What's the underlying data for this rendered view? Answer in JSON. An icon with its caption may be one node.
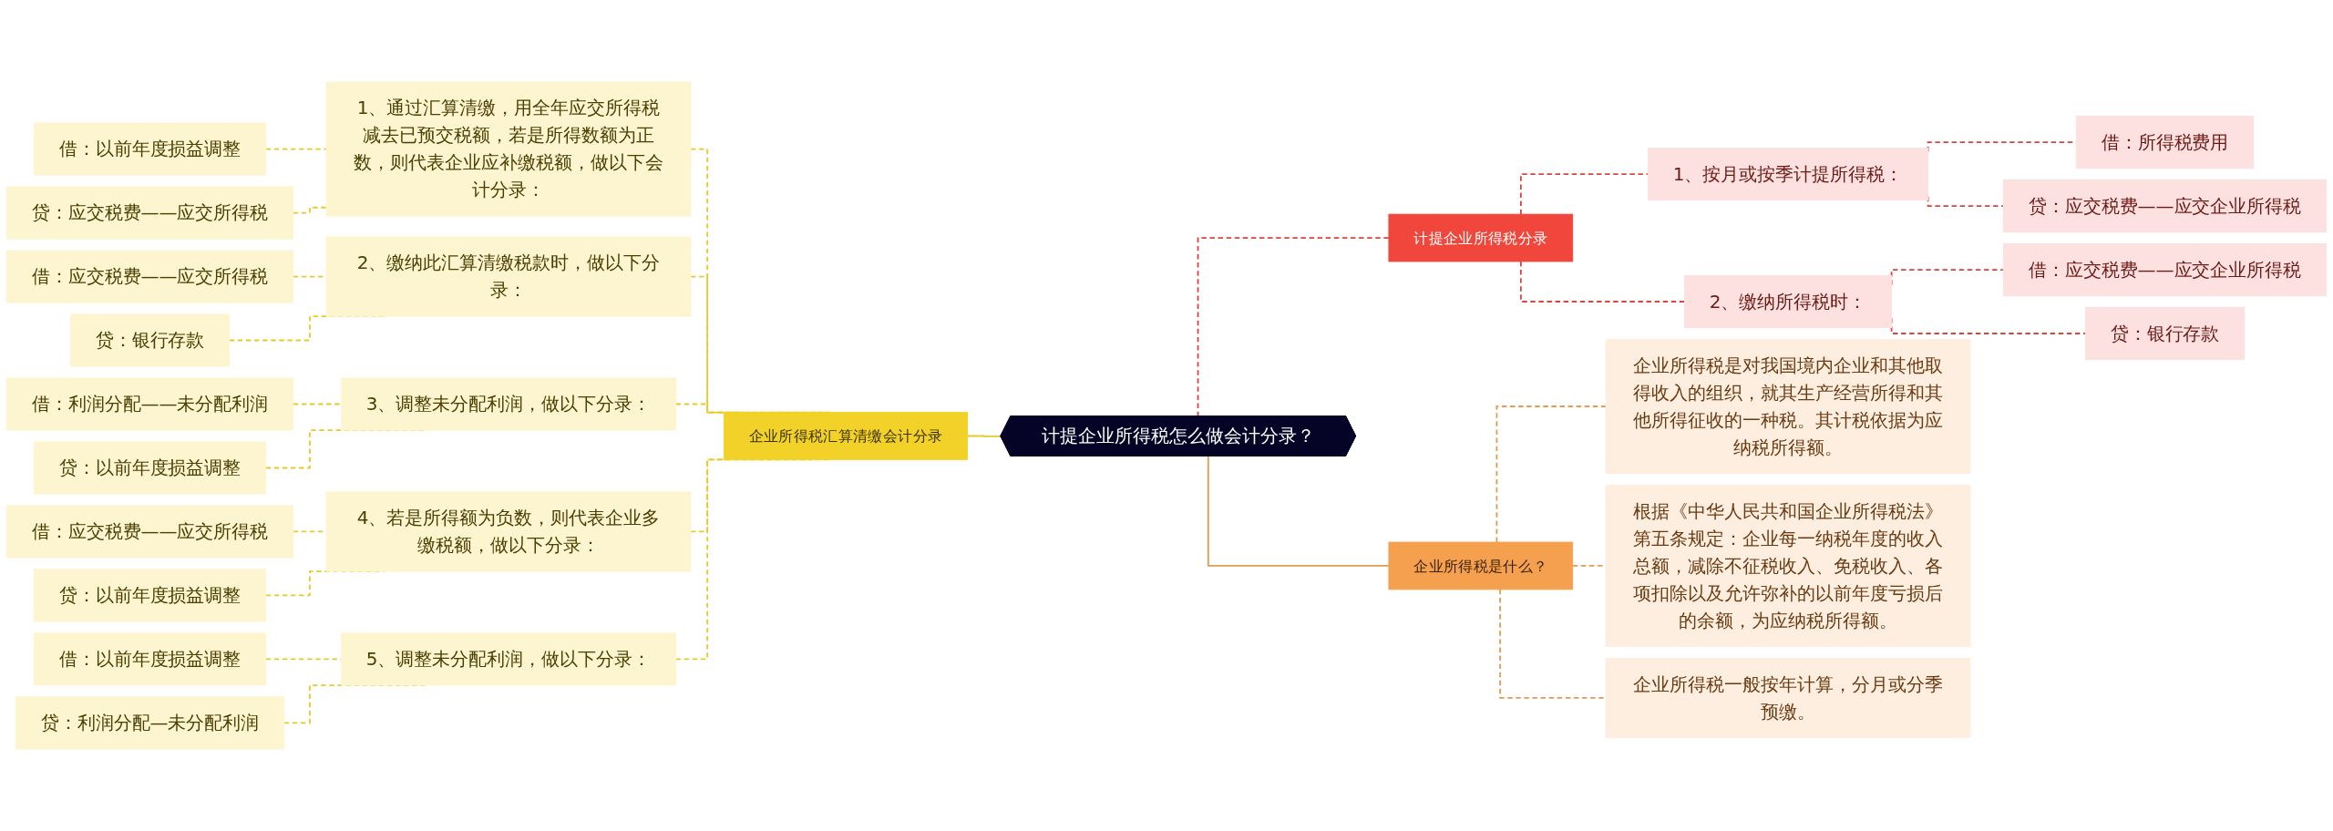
{
  "diagram": {
    "nodes": [
      {
        "text": [
          "计提企业所得税怎么做会计分录？"
        ]
      },
      {
        "text": [
          "计提企业所得税分录"
        ]
      },
      {
        "text": [
          "1、按月或按季计提所得税："
        ]
      },
      {
        "text": [
          "借：所得税费用"
        ]
      },
      {
        "text": [
          "贷：应交税费——应交企业所得税"
        ]
      },
      {
        "text": [
          "2、缴纳所得税时："
        ]
      },
      {
        "text": [
          "借：应交税费——应交企业所得税"
        ]
      },
      {
        "text": [
          "贷：银行存款"
        ]
      },
      {
        "text": [
          "企业所得税是什么？"
        ]
      },
      {
        "text": [
          "企业所得税是对我国境内企业和其他取得收入的组织，就其生产经营所得和其他所得征收的一种税。其计税依据为应纳税所得额。"
        ]
      },
      {
        "text": [
          "根据《中华人民共和国企业所得税法》第五条规定：企业每一纳税年度的收入总额，减除不征税收入、免税收入、各项扣除以及允许弥补的以前年度亏损后的余额，为应纳税所得额。"
        ]
      },
      {
        "text": [
          "企业所得税一般按年计算，分月或分季预缴。"
        ]
      },
      {
        "text": [
          "企业所得税汇算清缴会计分录"
        ]
      },
      {
        "text": [
          "1、通过汇算清缴，用全年应交所得税减去已预交税额，若是所得数额为正数，则代表企业应补缴税额，做以下会计分录："
        ]
      },
      {
        "text": [
          "借：以前年度损益调整"
        ]
      },
      {
        "text": [
          "贷：应交税费——应交所得税"
        ]
      },
      {
        "text": [
          "2、缴纳此汇算清缴税款时，做以下分录："
        ]
      },
      {
        "text": [
          "借：应交税费——应交所得税"
        ]
      },
      {
        "text": [
          "贷：银行存款"
        ]
      },
      {
        "text": [
          "3、调整未分配利润，做以下分录："
        ]
      },
      {
        "text": [
          "借：利润分配——未分配利润"
        ]
      },
      {
        "text": [
          "贷：以前年度损益调整"
        ]
      },
      {
        "text": [
          "4、若是所得额为负数，则代表企业多缴税额，做以下分录："
        ]
      },
      {
        "text": [
          "借：应交税费——应交所得税"
        ]
      },
      {
        "text": [
          "贷：以前年度损益调整"
        ]
      },
      {
        "text": [
          "5、调整未分配利润，做以下分录："
        ]
      },
      {
        "text": [
          "借：以前年度损益调整"
        ]
      },
      {
        "text": [
          "贷：利润分配—未分配利润"
        ]
      }
    ],
    "edges": [
      {
        "from": 0,
        "to": 1,
        "arrow": "none",
        "style": "dashed",
        "color": "#d8453d"
      },
      {
        "from": 1,
        "to": 2,
        "arrow": "none",
        "style": "dashed",
        "color": "#d8453d"
      },
      {
        "from": 2,
        "to": 3,
        "arrow": "none",
        "style": "dashed",
        "color": "#d8453d"
      },
      {
        "from": 2,
        "to": 4,
        "arrow": "none",
        "style": "dashed",
        "color": "#d8453d"
      },
      {
        "from": 1,
        "to": 5,
        "arrow": "none",
        "style": "dashed",
        "color": "#d8453d"
      },
      {
        "from": 5,
        "to": 6,
        "arrow": "none",
        "style": "dashed",
        "color": "#d8453d"
      },
      {
        "from": 5,
        "to": 7,
        "arrow": "none",
        "style": "dashed",
        "color": "#d8453d"
      },
      {
        "from": 0,
        "to": 8,
        "arrow": "none",
        "color": "#e49a4f"
      },
      {
        "from": 8,
        "to": 9,
        "arrow": "none",
        "style": "dashed",
        "color": "#e49a4f"
      },
      {
        "from": 8,
        "to": 10,
        "arrow": "none",
        "style": "dashed",
        "color": "#e49a4f"
      },
      {
        "from": 8,
        "to": 11,
        "arrow": "none",
        "style": "dashed",
        "color": "#e49a4f"
      },
      {
        "from": 0,
        "to": 12,
        "arrow": "none"
      },
      {
        "from": 12,
        "to": 13,
        "arrow": "none",
        "style": "dashed"
      },
      {
        "from": 13,
        "to": 14,
        "arrow": "none",
        "style": "dashed"
      },
      {
        "from": 13,
        "to": 15,
        "arrow": "none",
        "style": "dashed"
      },
      {
        "from": 12,
        "to": 16,
        "arrow": "none",
        "style": "dashed"
      },
      {
        "from": 16,
        "to": 17,
        "arrow": "none",
        "style": "dashed"
      },
      {
        "from": 16,
        "to": 18,
        "arrow": "none",
        "style": "dashed"
      },
      {
        "from": 12,
        "to": 19,
        "arrow": "none",
        "style": "dashed"
      },
      {
        "from": 19,
        "to": 20,
        "arrow": "none",
        "style": "dashed"
      },
      {
        "from": 19,
        "to": 21,
        "arrow": "none",
        "style": "dashed"
      },
      {
        "from": 12,
        "to": 22,
        "arrow": "none",
        "style": "dashed"
      },
      {
        "from": 22,
        "to": 23,
        "arrow": "none",
        "style": "dashed"
      },
      {
        "from": 22,
        "to": 24,
        "arrow": "none",
        "style": "dashed"
      },
      {
        "from": 12,
        "to": 25,
        "arrow": "none",
        "style": "dashed"
      },
      {
        "from": 25,
        "to": 26,
        "arrow": "none",
        "style": "dashed"
      },
      {
        "from": 25,
        "to": 27,
        "arrow": "none",
        "style": "dashed"
      }
    ]
  }
}
